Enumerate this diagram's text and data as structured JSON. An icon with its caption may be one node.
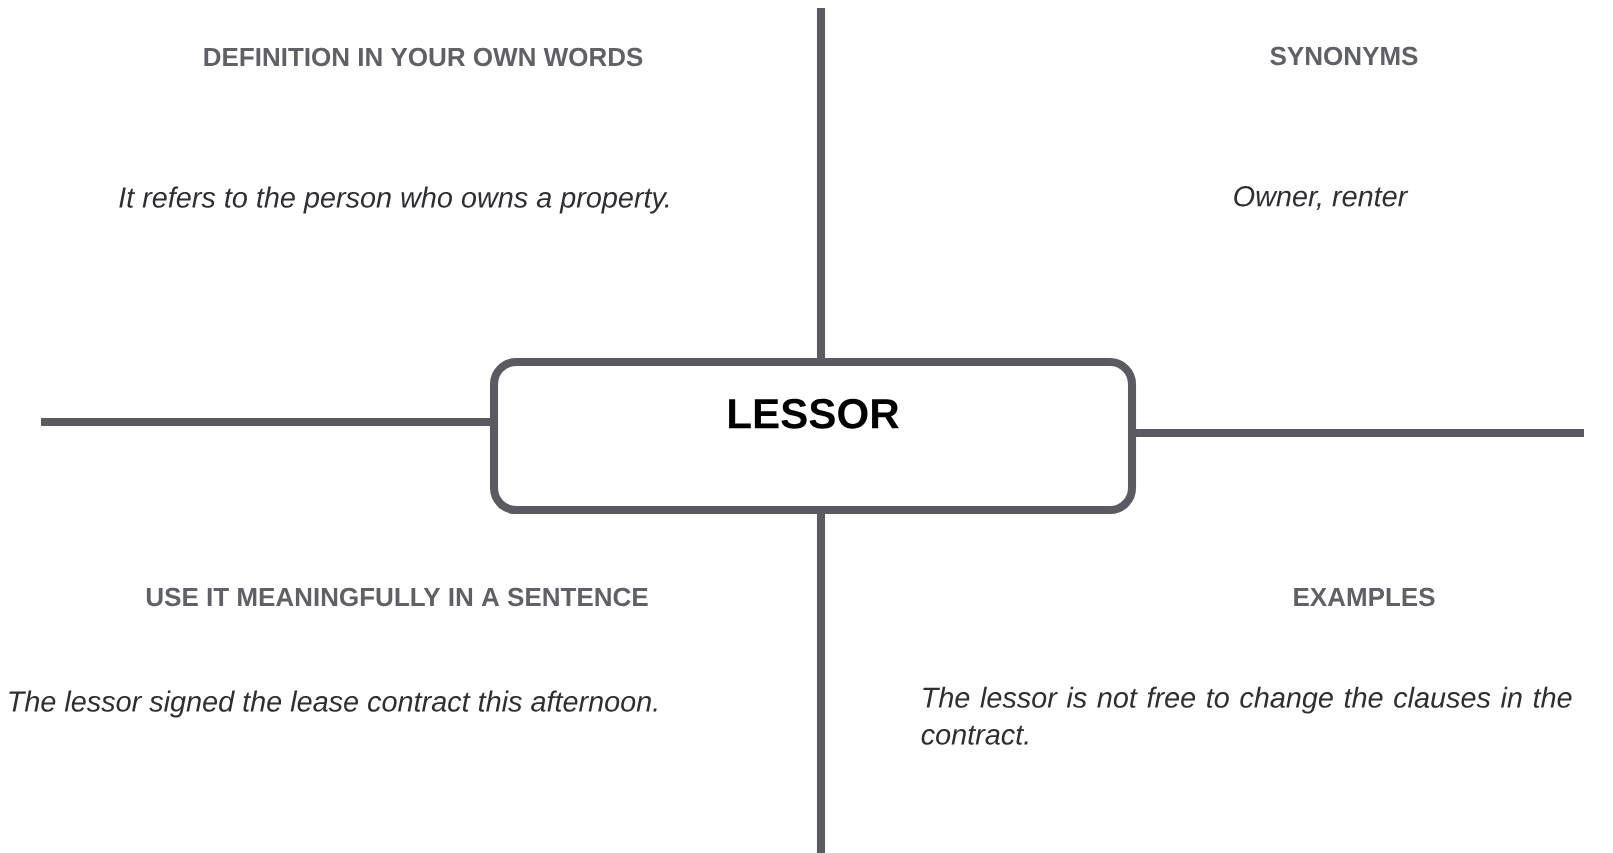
{
  "diagram": {
    "nodes": [
      {
        "text": [
          "LESSOR"
        ]
      }
    ],
    "labels": [
      "DEFINITION IN YOUR OWN WORDS",
      "SYNONYMS",
      "It refers to the person who owns a property.",
      "Owner, renter",
      "USE IT MEANINGFULLY IN A SENTENCE",
      "EXAMPLES",
      "The lessor signed the lease contract this afternoon.",
      "The lessor is not free to change the clauses in the contract."
    ]
  }
}
